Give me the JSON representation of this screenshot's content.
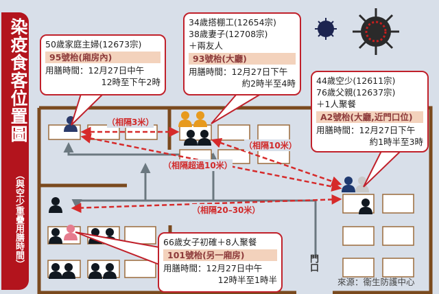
{
  "title": "染疫食客位置圖",
  "subtitle": "（與空少重疊用膳時間）",
  "callouts": [
    {
      "lines": [
        "50歲家庭主婦(12673宗)"
      ],
      "table": "95號枱(廂房內)",
      "time_label": "用膳時間：12月27日中午",
      "time_range": "12時至下午2時"
    },
    {
      "lines": [
        "34歲搭棚工(12654宗)",
        "38歲妻子(12708宗)",
        "＋兩友人"
      ],
      "table": "93號枱(大廳)",
      "time_label": "用膳時間：12月27日下午",
      "time_range": "約2時半至4時"
    },
    {
      "lines": [
        "44歲空少(12611宗)",
        "76歲父親(12637宗)",
        "＋1人聚餐"
      ],
      "table": "A2號枱(大廳,近門口位)",
      "time_label": "用膳時間：12月27日下午",
      "time_range": "約1時半至3時"
    },
    {
      "lines": [
        "66歲女子初確＋8人聚餐"
      ],
      "table": "101號枱(另一廂房)",
      "time_label": "用膳時間：12月27日中午",
      "time_range": "12時半至1時半"
    }
  ],
  "distances": [
    "（相隔3米）",
    "（相隔10米）",
    "（相隔超過10米）",
    "（相隔20–30米）"
  ],
  "door": "門口",
  "source": "來源：衞生防護中心",
  "colors": {
    "banner": "#b3141d",
    "wall": "#7a4a1e",
    "dash": "#d62a2a",
    "path": "#6b7880"
  }
}
